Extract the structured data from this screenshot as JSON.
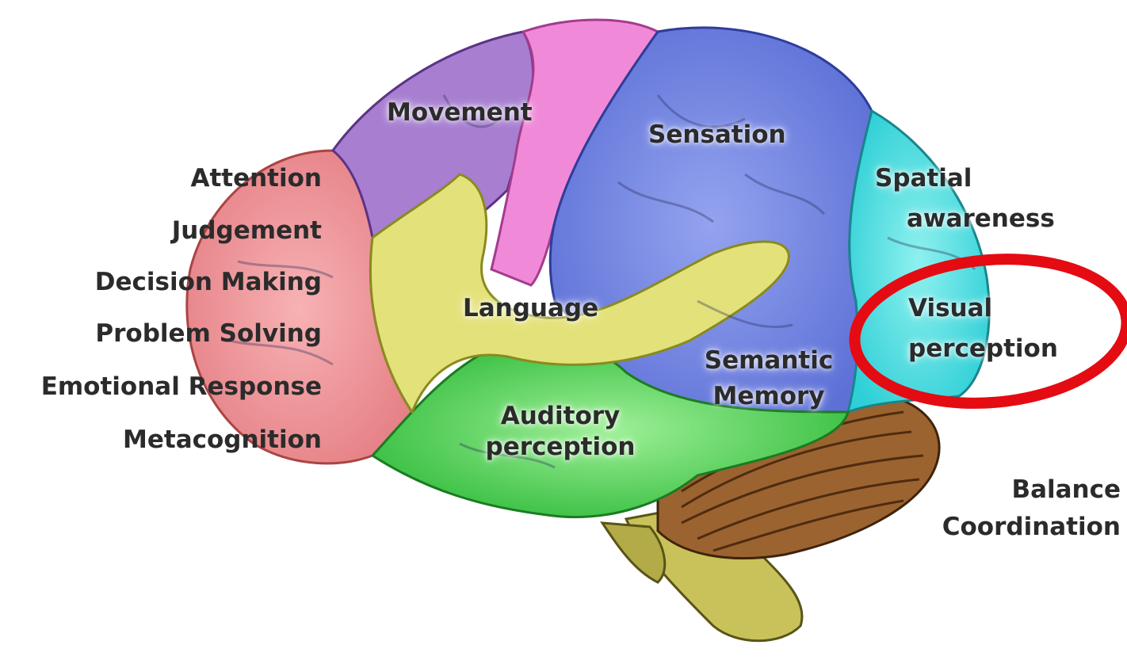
{
  "labels": {
    "frontal": [
      "Attention",
      "Judgement",
      "Decision Making",
      "Problem Solving",
      "Emotional Response",
      "Metacognition"
    ],
    "movement": "Movement",
    "sensation": "Sensation",
    "language": "Language",
    "auditory": [
      "Auditory",
      "perception"
    ],
    "semantic": [
      "Semantic",
      "Memory"
    ],
    "spatial": [
      "Spatial",
      "awareness"
    ],
    "visual": [
      "Visual",
      "perception"
    ],
    "cerebellum": [
      "Balance",
      "Coordination"
    ]
  },
  "colors": {
    "frontal": "#ee8f93",
    "movement": "#a77ed0",
    "motor_strip": "#f08ad8",
    "parietal": "#7c8fe6",
    "occipital": "#4fe0e2",
    "temporal": "#6ee06a",
    "language": "#e3e27a",
    "cerebellum": "#9b6330",
    "brainstem": "#c9c25a",
    "highlight": "#e40b12"
  },
  "highlight": {
    "target": "Visual perception",
    "shape": "ellipse"
  }
}
